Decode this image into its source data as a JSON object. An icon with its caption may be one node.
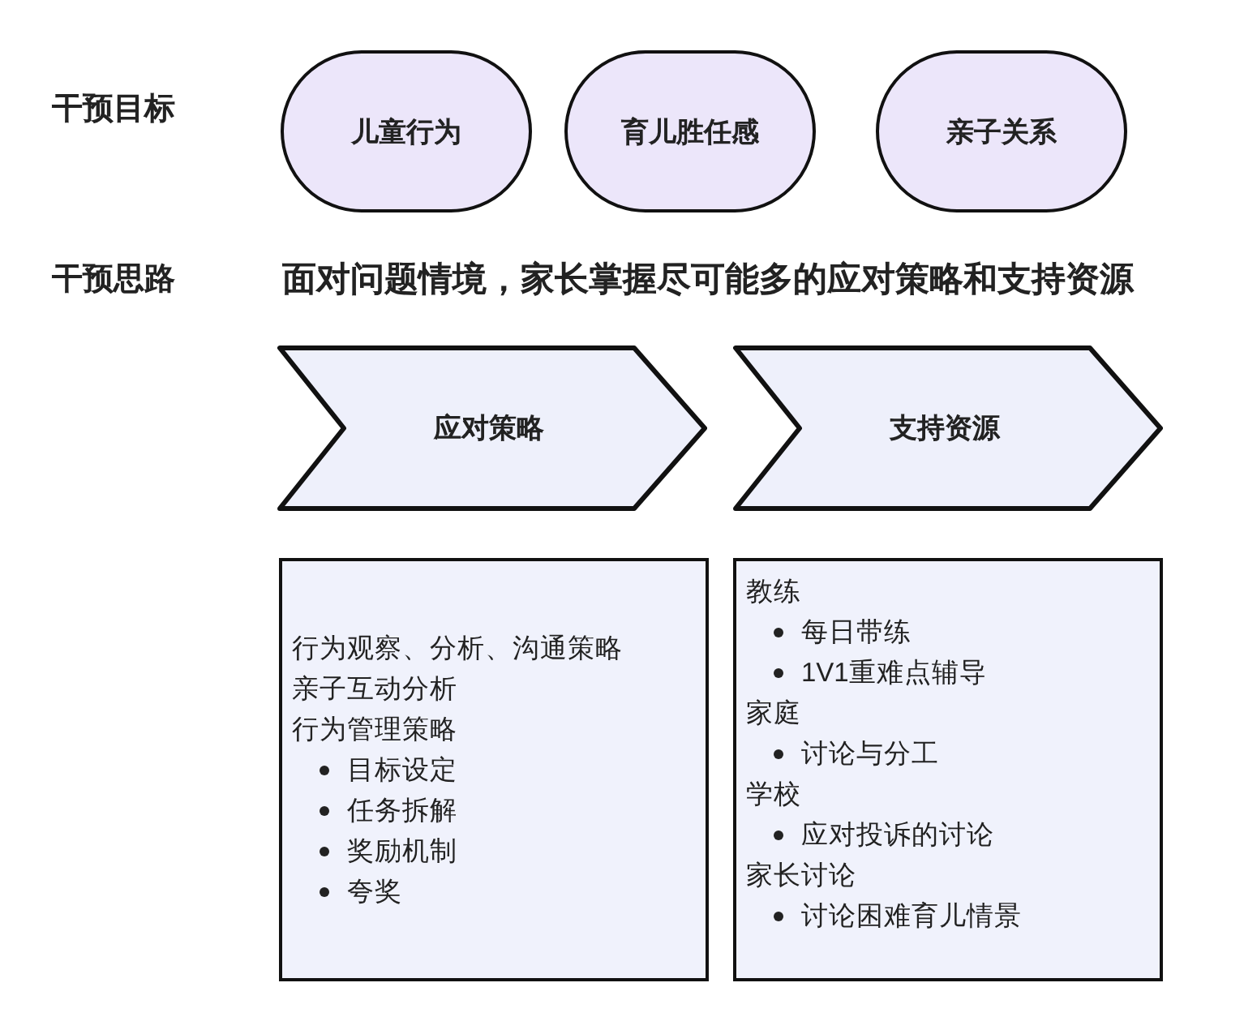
{
  "diagram": {
    "nodes": [
      {
        "text": [
          "儿童行为"
        ]
      },
      {
        "text": [
          "育儿胜任感"
        ]
      },
      {
        "text": [
          "亲子关系"
        ]
      },
      {
        "text": [
          "应对策略"
        ]
      },
      {
        "text": [
          "支持资源"
        ]
      },
      {
        "text": [
          "行为观察、分析、沟通策略",
          "亲子互动分析",
          "行为管理策略",
          "目标设定",
          "任务拆解",
          "奖励机制",
          "夸奖"
        ]
      },
      {
        "text": [
          "教练",
          "每日带练",
          "1V1重难点辅导",
          "家庭",
          "讨论与分工",
          "学校",
          "应对投诉的讨论",
          "家长讨论",
          "讨论困难育儿情景"
        ]
      }
    ],
    "labels": [
      "干预目标",
      "干预思路",
      "面对问题情境，家长掌握尽可能多的应对策略和支持资源"
    ]
  }
}
